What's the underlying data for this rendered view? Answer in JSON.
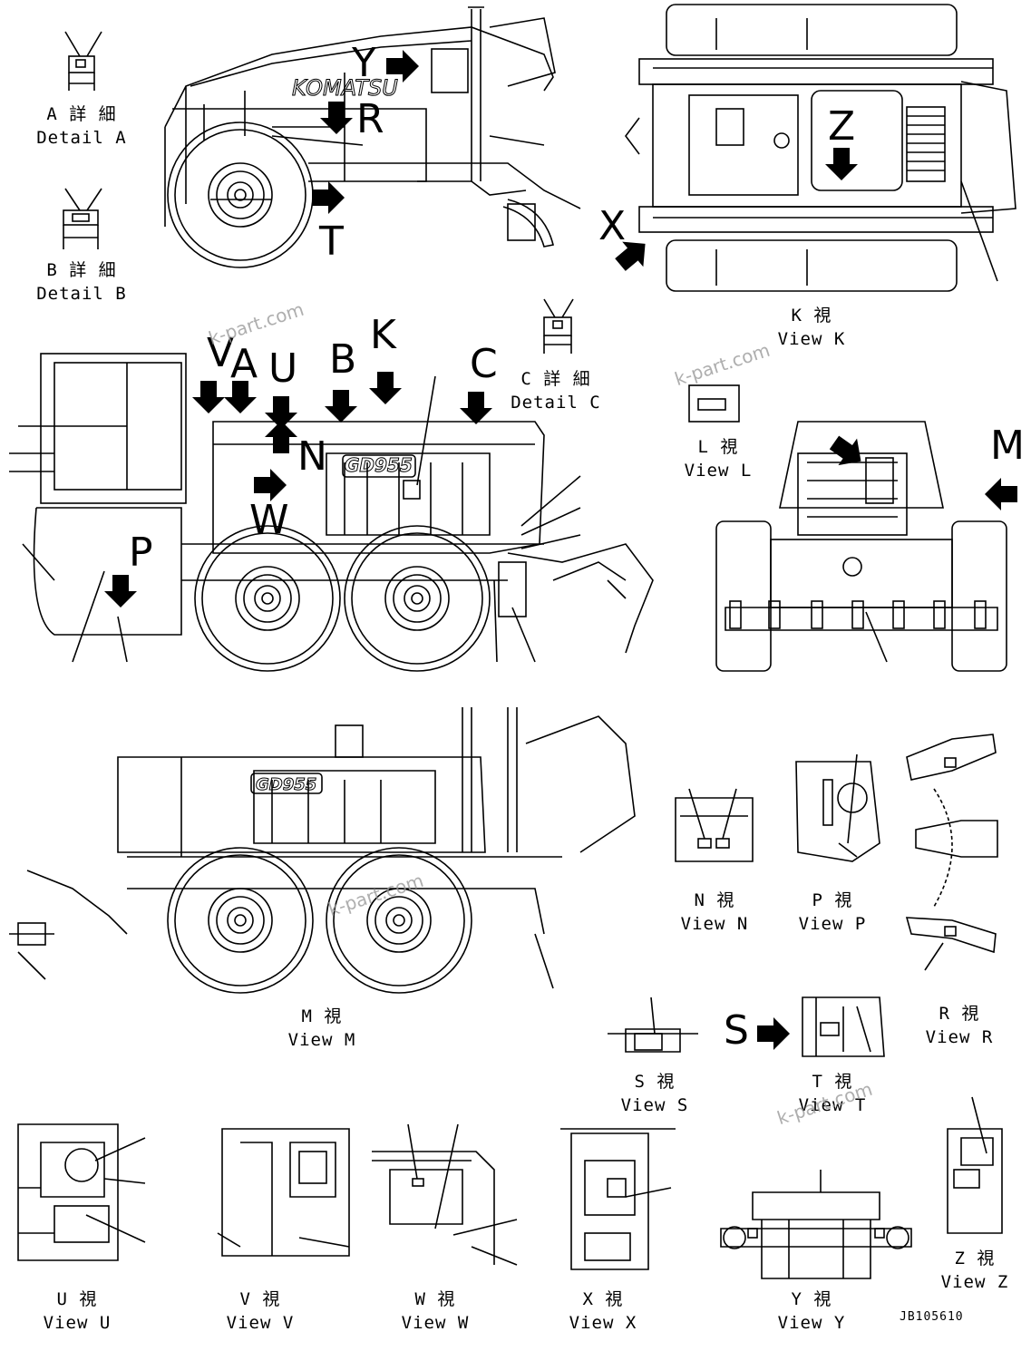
{
  "labels": {
    "detail_a": {
      "jp": "A 詳 細",
      "en": "Detail A"
    },
    "detail_b": {
      "jp": "B 詳 細",
      "en": "Detail B"
    },
    "detail_c": {
      "jp": "C 詳 細",
      "en": "Detail C"
    },
    "view_k": {
      "jp": "K 視",
      "en": "View K"
    },
    "view_l": {
      "jp": "L 視",
      "en": "View L"
    },
    "view_m": {
      "jp": "M 視",
      "en": "View M"
    },
    "view_n": {
      "jp": "N 視",
      "en": "View N"
    },
    "view_p": {
      "jp": "P 視",
      "en": "View P"
    },
    "view_r": {
      "jp": "R 視",
      "en": "View R"
    },
    "view_s": {
      "jp": "S 視",
      "en": "View S"
    },
    "view_t": {
      "jp": "T 視",
      "en": "View T"
    },
    "view_u": {
      "jp": "U 視",
      "en": "View U"
    },
    "view_v": {
      "jp": "V 視",
      "en": "View V"
    },
    "view_w": {
      "jp": "W 視",
      "en": "View W"
    },
    "view_x": {
      "jp": "X 視",
      "en": "View X"
    },
    "view_y": {
      "jp": "Y 視",
      "en": "View Y"
    },
    "view_z": {
      "jp": "Z 視",
      "en": "View Z"
    }
  },
  "arrow_letters": {
    "y": "Y",
    "r": "R",
    "t": "T",
    "x": "X",
    "z": "Z",
    "v": "V",
    "a": "A",
    "u": "U",
    "b": "B",
    "k": "K",
    "c": "C",
    "n": "N",
    "w": "W",
    "p": "P",
    "m": "M",
    "s": "S"
  },
  "brand": {
    "logo": "KOMATSU",
    "model": "GD955"
  },
  "watermark": "k-part.com",
  "drawing_code": "JB105610"
}
